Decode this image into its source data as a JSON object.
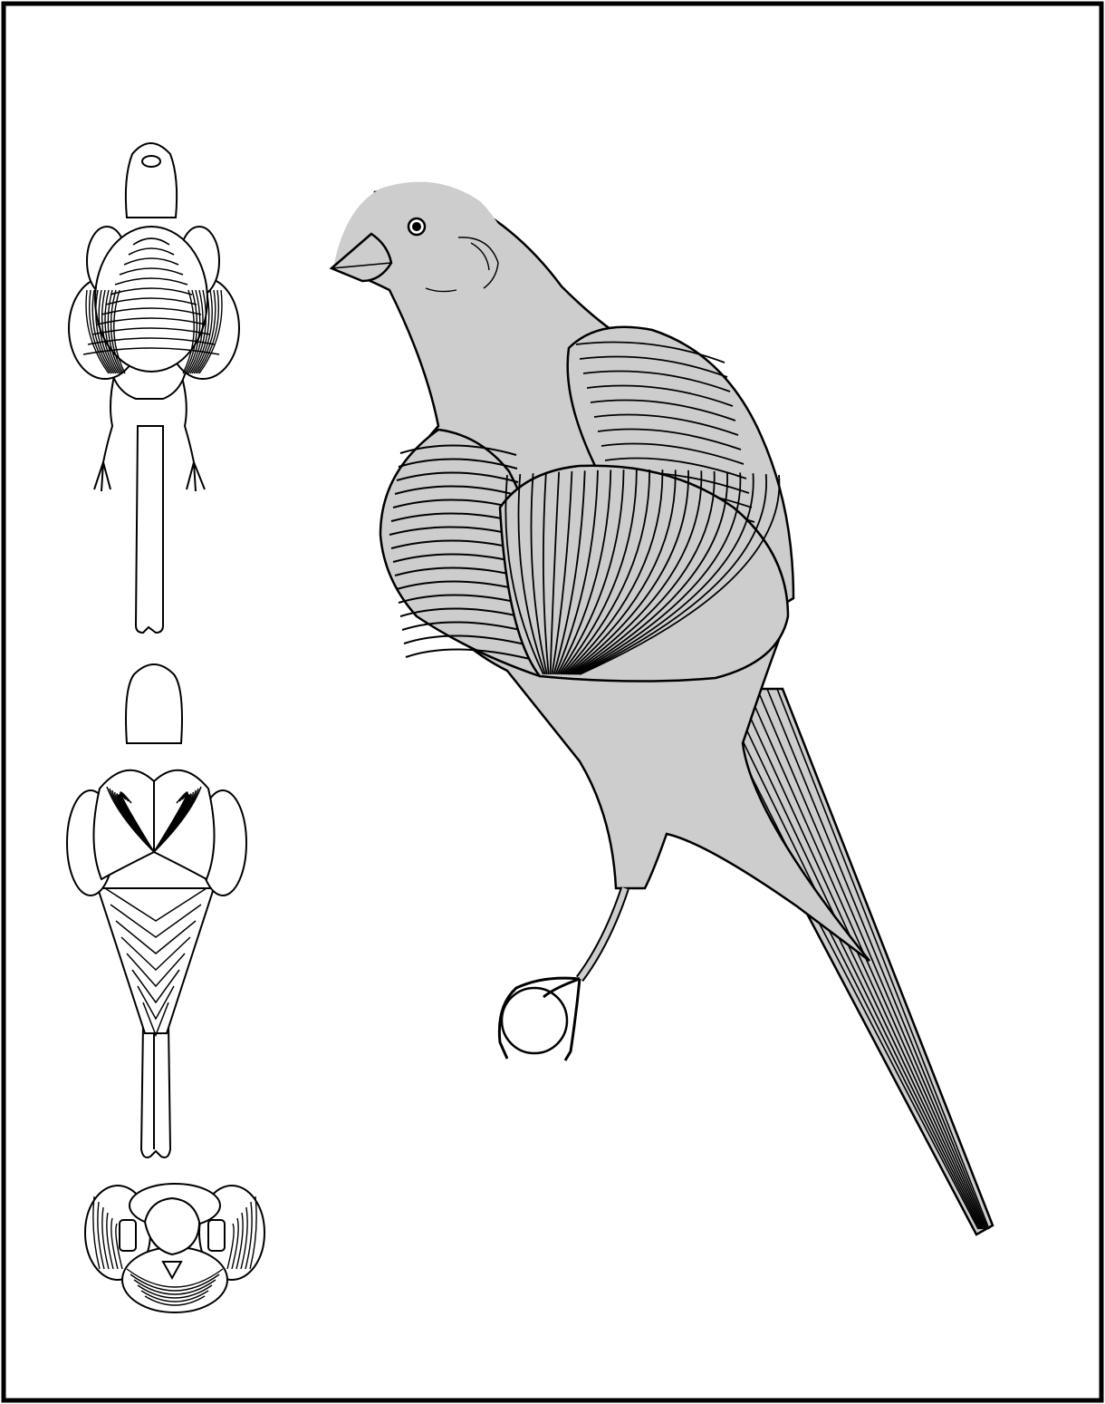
{
  "figure": {
    "subject": "bird-anatomy-plate",
    "views": [
      "front-view",
      "back-view",
      "top-view",
      "side-view"
    ],
    "colors": {
      "frame": "#000000",
      "ink": "#000000",
      "paper": "#ffffff",
      "body_fill": "#cdcdcd"
    }
  }
}
